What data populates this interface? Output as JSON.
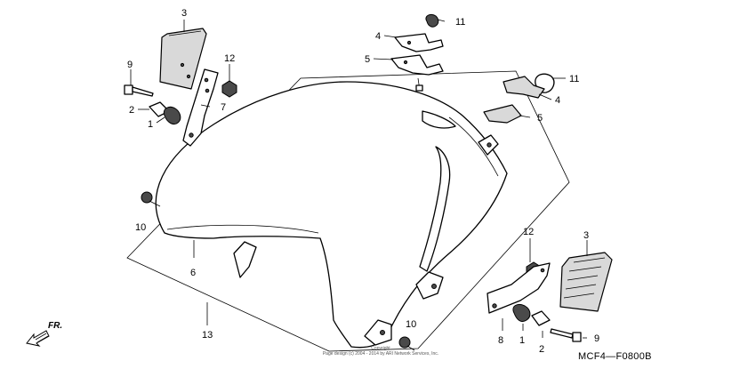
{
  "diagram_code": "MCF4—F0800B",
  "direction_label": "FR.",
  "copyright_line1": "Copyright",
  "copyright_line2": "Page design (c) 2004 - 2014 by ARI Network Services, Inc.",
  "callouts": {
    "c3_top": "3",
    "c9_left": "9",
    "c12_left": "12",
    "c2_left": "2",
    "c7": "7",
    "c1_left": "1",
    "c4_top": "4",
    "c11_top": "11",
    "c5_top": "5",
    "c11_right": "11",
    "c4_right": "4",
    "c5_right": "5",
    "c10_left": "10",
    "c6": "6",
    "c13": "13",
    "c10_bottom": "10",
    "c12_right": "12",
    "c3_right": "3",
    "c8": "8",
    "c1_right": "1",
    "c2_right": "2",
    "c9_right": "9"
  }
}
